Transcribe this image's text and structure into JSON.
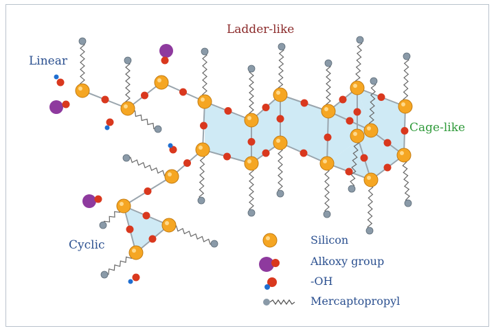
{
  "labels": {
    "ladder": "Ladder-like",
    "linear": "Linear",
    "cage": "Cage-like",
    "cyclic": "Cyclic"
  },
  "legend": {
    "silicon": "Silicon",
    "alkoxy": "Alkoxy group",
    "oh": "-OH",
    "mercapto": "Mercaptopropyl"
  },
  "colors": {
    "silicon": "#f5a623",
    "oxygen": "#d9381e",
    "alkoxy": "#8e3a9e",
    "hydrogen": "#1f6fd1",
    "mercapto": "#8a9aa8",
    "ring_fill": "#bfe3f2",
    "ladder_label": "#8b2a2a",
    "linear_label": "#2a4f8f",
    "cage_label": "#2f9a3a",
    "cyclic_label": "#2a4f8f",
    "legend_text": "#2a4f8f"
  }
}
